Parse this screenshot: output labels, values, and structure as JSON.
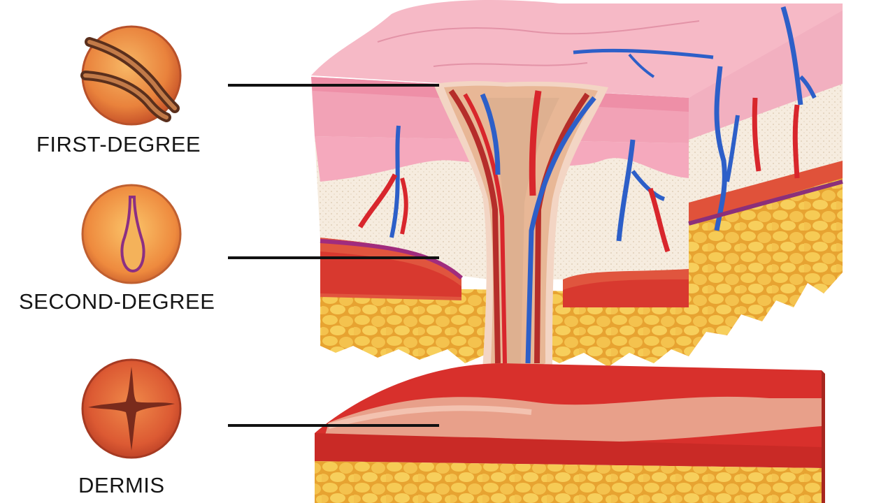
{
  "labels": {
    "first_degree": "FIRST-DEGREE",
    "second_degree": "SECOND-DEGREE",
    "dermis": "DERMIS"
  },
  "colors": {
    "epidermis_pink": "#f4a6b8",
    "dermis_cream": "#f6ecdf",
    "fat_yellow": "#f2c04a",
    "muscle_red": "#d8322c",
    "vein_blue": "#2d5fc8",
    "artery_red": "#d8262c",
    "icon_orange": "#e9823c",
    "leader_line": "#111111"
  },
  "icons": [
    "first-degree-burn-icon",
    "second-degree-blister-icon",
    "dermis-crack-icon"
  ]
}
